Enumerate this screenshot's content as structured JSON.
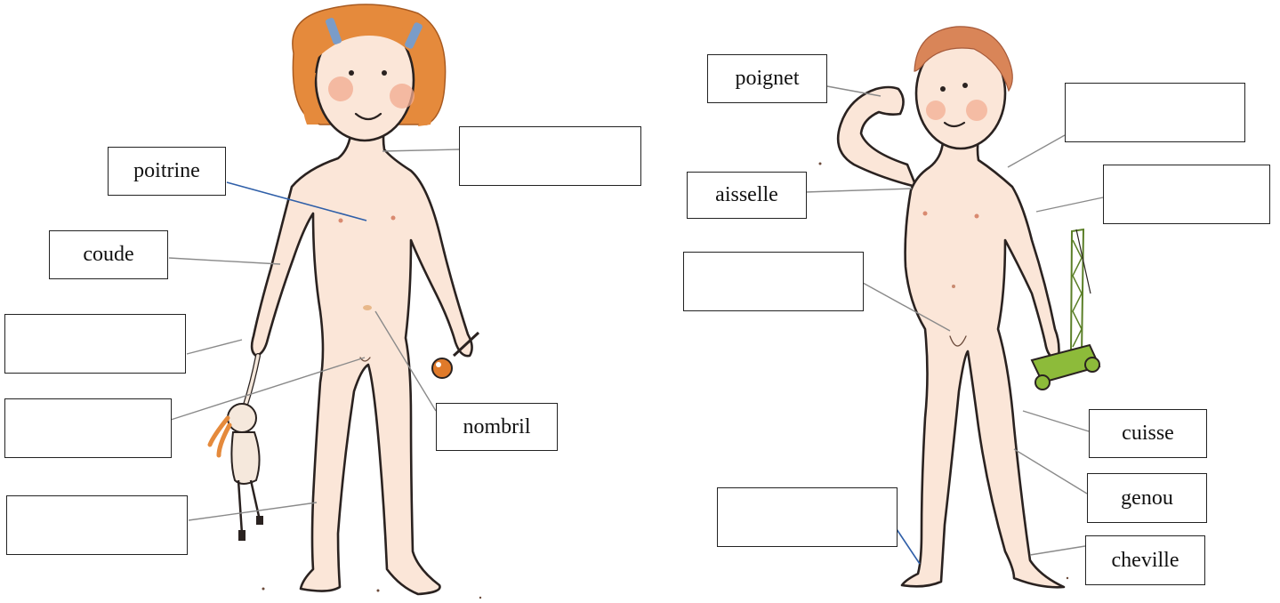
{
  "worksheet": {
    "girl_labels": [
      "poitrine",
      "coude",
      "",
      "",
      "",
      "",
      "nombril"
    ],
    "boy_labels": [
      "poignet",
      "aisselle",
      "",
      "",
      "",
      "cuisse",
      "genou",
      "cheville",
      ""
    ]
  },
  "labels": {
    "girl_neck": "",
    "poitrine": "poitrine",
    "coude": "coude",
    "girl_hand": "",
    "girl_thigh": "",
    "girl_leg": "",
    "nombril": "nombril",
    "poignet": "poignet",
    "boy_shoulder": "",
    "boy_arm": "",
    "aisselle": "aisselle",
    "boy_belly": "",
    "cuisse": "cuisse",
    "genou": "genou",
    "cheville": "cheville",
    "boy_foot": ""
  },
  "colors": {
    "girl_hair": "#e58a3c",
    "boy_hair": "#d98558",
    "skin": "#fbe6d8",
    "cheeks": "#f2a98f",
    "crane_green": "#8dbb3a",
    "ball_orange": "#e07a2a",
    "leader_gray": "#8a8a8a",
    "leader_blue": "#2f5fa8"
  },
  "icons": {
    "girl": "girl-figure-icon",
    "boy": "boy-figure-icon",
    "doll": "rag-doll-icon",
    "rattle": "rattle-toy-icon",
    "crane": "toy-crane-icon"
  }
}
